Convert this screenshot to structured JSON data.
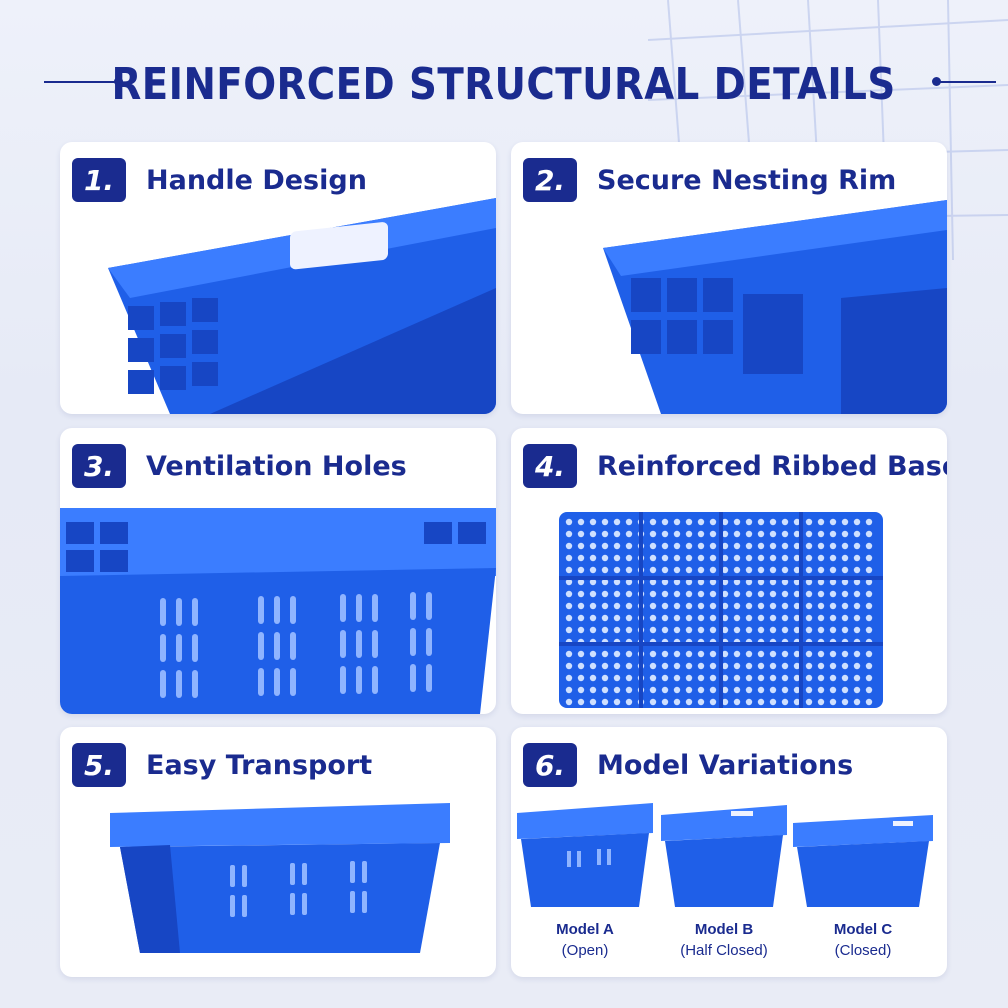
{
  "page": {
    "title": "REINFORCED STRUCTURAL DETAILS"
  },
  "colors": {
    "navy": "#1a2b8f",
    "crate_blue": "#1f5fe8",
    "crate_dark": "#1746c4",
    "crate_light": "#3b7dff",
    "card_bg": "#ffffff",
    "page_bg": "#e9ecf6"
  },
  "cards": [
    {
      "number": "1.",
      "title": "Handle Design"
    },
    {
      "number": "2.",
      "title": "Secure Nesting Rim"
    },
    {
      "number": "3.",
      "title": "Ventilation Holes"
    },
    {
      "number": "4.",
      "title": "Reinforced Ribbed Base"
    },
    {
      "number": "5.",
      "title": "Easy Transport"
    },
    {
      "number": "6.",
      "title": "Model Variations"
    }
  ],
  "models": [
    {
      "name": "Model A",
      "variant": "(Open)"
    },
    {
      "name": "Model B",
      "variant": "(Half Closed)"
    },
    {
      "name": "Model C",
      "variant": "(Closed)"
    }
  ]
}
